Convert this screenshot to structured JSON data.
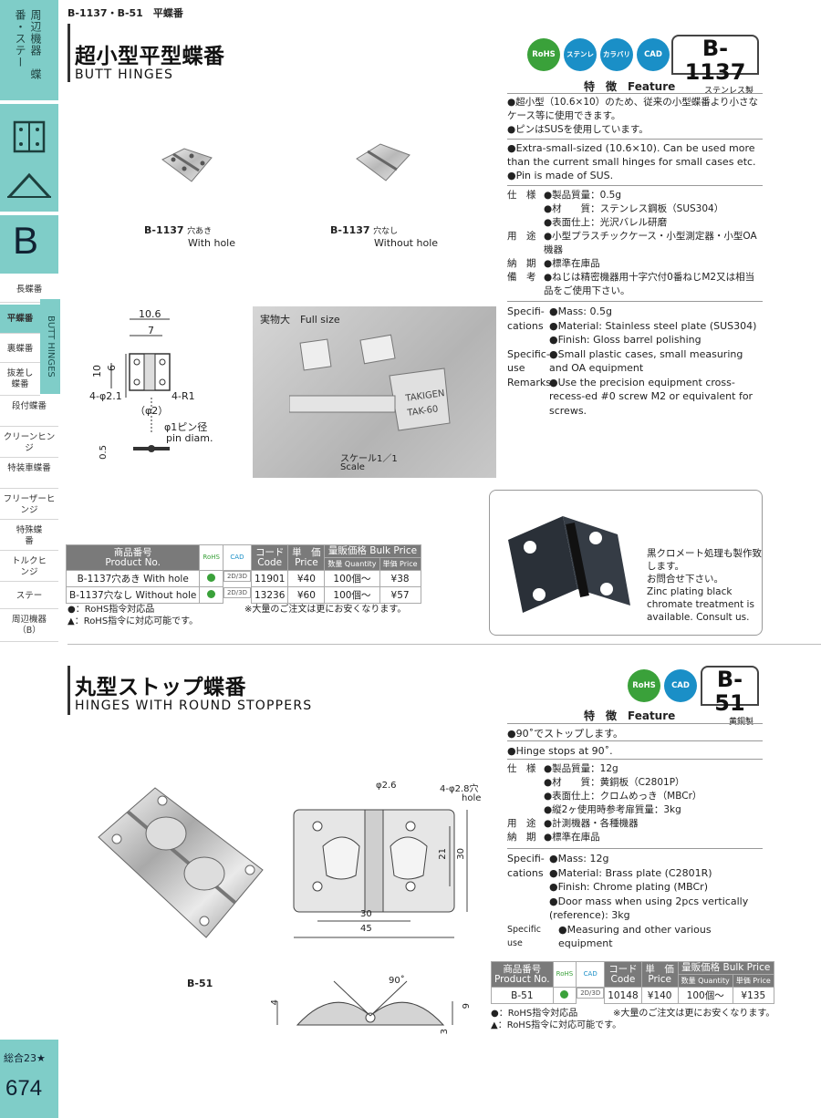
{
  "header": {
    "breadcrumb": "B-1137・B-51　平蝶番"
  },
  "sidebar": {
    "category_vertical": "周辺機器　蝶番・ステー",
    "letter": "B",
    "tab_label": "BUTT HINGES",
    "items": [
      "長蝶番",
      "平蝶番",
      "裏蝶番",
      "抜差し蝶番",
      "段付蝶番",
      "クリーンヒンジ",
      "特装車蝶番",
      "フリーザーヒンジ",
      "特殊蝶番",
      "トルクヒンジ",
      "ステー",
      "周辺機器（B）"
    ],
    "page_total": "総合23★",
    "page_number": "674"
  },
  "section1": {
    "title_jp": "超小型平型蝶番",
    "title_en": "BUTT HINGES",
    "code": "B-1137",
    "material": "ステンレス製",
    "icons": [
      "RoHS",
      "ステンレス",
      "カラバリ",
      "CAD"
    ],
    "feature_heading": "特　徴　Feature",
    "features_jp": [
      "●超小型（10.6×10）のため、従来の小型蝶番より小さなケース等に使用できます。",
      "●ピンはSUSを使用しています。"
    ],
    "features_en": [
      "●Extra-small-sized (10.6×10). Can be used more than the current small hinges for small cases etc.",
      "●Pin is made of SUS."
    ],
    "spec_jp": [
      {
        "label": "仕　様",
        "lines": [
          "●製品質量：0.5g",
          "●材　　質：ステンレス鋼板（SUS304）",
          "●表面仕上：光沢バレル研磨"
        ]
      },
      {
        "label": "用　途",
        "lines": [
          "●小型プラスチックケース・小型測定器・小型OA機器"
        ]
      },
      {
        "label": "納　期",
        "lines": [
          "●標準在庫品"
        ]
      },
      {
        "label": "備　考",
        "lines": [
          "●ねじは精密機器用十字穴付0番ねじM2又は相当品をご使用下さい。"
        ]
      }
    ],
    "spec_en": [
      {
        "label": "Specifi-cations",
        "lines": [
          "●Mass: 0.5g",
          "●Material: Stainless steel plate (SUS304)",
          "●Finish: Gloss barrel polishing"
        ]
      },
      {
        "label": "Specific-use",
        "lines": [
          "●Small plastic cases, small measuring and OA equipment"
        ]
      },
      {
        "label": "Remarks",
        "lines": [
          "●Use the precision equipment cross-recess-ed #0 screw M2 or equivalent for screws."
        ]
      }
    ],
    "photo1_caption": {
      "code": "B-1137",
      "jp": "穴あき",
      "en": "With hole"
    },
    "photo2_caption": {
      "code": "B-1137",
      "jp": "穴なし",
      "en": "Without hole"
    },
    "dims": {
      "w_total": "10.6",
      "w_inner": "7",
      "h_total": "10",
      "h_inner": "6",
      "holes": "4-φ2.1",
      "radius": "4-R1",
      "pin_paren": "（φ2）",
      "pin_jp": "φ1ピン径",
      "pin_en": "pin diam.",
      "thick": "0.5"
    },
    "fullsize": {
      "label": "実物大　Full size",
      "scale_jp": "スケール1／1",
      "scale_en": "Scale",
      "key_text": "TAKIGEN",
      "key_code": "TAK-60"
    },
    "black_note": [
      "黒クロメート処理も製作致",
      "します。",
      "お問合せ下さい。",
      "Zinc plating black",
      "chromate treatment  is",
      "available. Consult us."
    ],
    "table": {
      "headers": {
        "product_jp": "商品番号",
        "product_en": "Product No.",
        "rohs": "RoHS",
        "cad": "CAD",
        "code_jp": "コード",
        "code_en": "Code",
        "price_jp": "単　価",
        "price_en": "Price",
        "bulk": "量販価格 Bulk Price",
        "qty": "数量 Quantity",
        "unit": "単価 Price"
      },
      "rows": [
        {
          "product": "B-1137穴あき With hole",
          "cad": "2D/3D",
          "code": "11901",
          "price": "¥40",
          "qty": "100個～",
          "bulk_price": "¥38"
        },
        {
          "product": "B-1137穴なし Without hole",
          "cad": "2D/3D",
          "code": "13236",
          "price": "¥60",
          "qty": "100個～",
          "bulk_price": "¥57"
        }
      ],
      "note_rohs": "●：RoHS指令対応品",
      "note_rohs2": "▲：RoHS指令に対応可能です。",
      "note_bulk": "※大量のご注文は更にお安くなります。"
    }
  },
  "section2": {
    "title_jp": "丸型ストップ蝶番",
    "title_en": "HINGES WITH ROUND STOPPERS",
    "code": "B-51",
    "material": "黄銅製",
    "icons": [
      "RoHS",
      "CAD"
    ],
    "feature_heading": "特　徴　Feature",
    "features_jp": [
      "●90˚でストップします。"
    ],
    "features_en": [
      "●Hinge stops at 90˚."
    ],
    "spec_jp": [
      {
        "label": "仕　様",
        "lines": [
          "●製品質量：12g",
          "●材　　質：黄銅板（C2801P）",
          "●表面仕上：クロムめっき（MBCr）",
          "●縦2ヶ使用時参考扉質量：3kg"
        ]
      },
      {
        "label": "用　途",
        "lines": [
          "●計測機器・各種機器"
        ]
      },
      {
        "label": "納　期",
        "lines": [
          "●標準在庫品"
        ]
      }
    ],
    "spec_en": [
      {
        "label": "Specifi-cations",
        "lines": [
          "●Mass: 12g",
          "●Material: Brass plate (C2801R)",
          "●Finish: Chrome plating (MBCr)",
          "●Door mass when using 2pcs vertically (reference): 3kg"
        ]
      },
      {
        "label": "Specific use",
        "lines": [
          "●Measuring and other various equipment"
        ]
      }
    ],
    "photo_caption": "B-51",
    "dims": {
      "pin": "φ2.6",
      "holes": "4-φ2.8穴",
      "holes_en": "hole",
      "h21": "21",
      "h30": "30",
      "w30": "30",
      "w45": "45",
      "angle": "90˚",
      "t4": "4",
      "t9": "9",
      "t3": "3"
    },
    "table": {
      "rows": [
        {
          "product": "B-51",
          "cad": "2D/3D",
          "code": "10148",
          "price": "¥140",
          "qty": "100個～",
          "bulk_price": "¥135"
        }
      ],
      "note_rohs": "●：RoHS指令対応品",
      "note_rohs2": "▲：RoHS指令に対応可能です。",
      "note_bulk": "※大量のご注文は更にお安くなります。"
    }
  }
}
